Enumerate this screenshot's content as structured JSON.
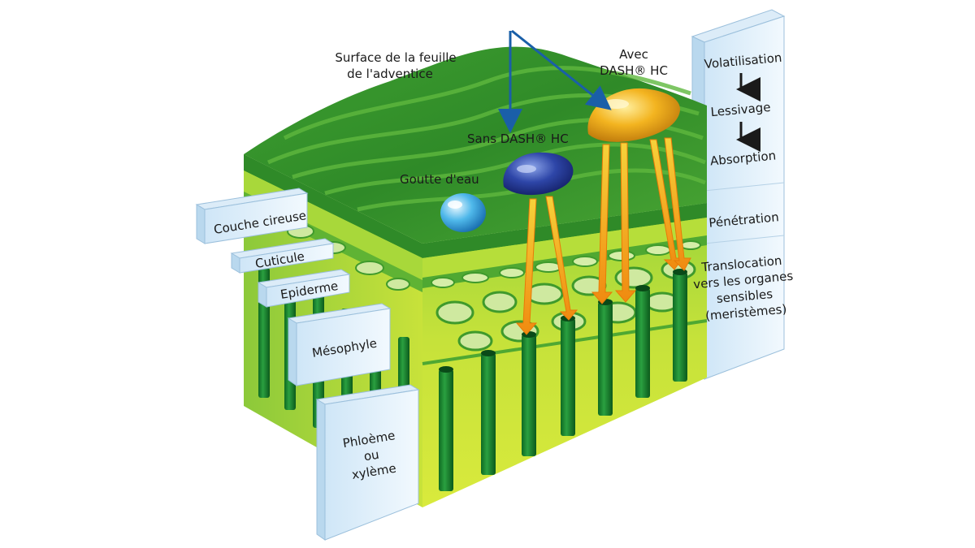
{
  "diagram": {
    "annotations": {
      "leaf_surface_line1": "Surface de la feuille",
      "leaf_surface_line2": "de l'adventice",
      "water_drop": "Goutte d'eau",
      "without_dash": "Sans DASH® HC",
      "with_dash_line1": "Avec",
      "with_dash_line2": "DASH® HC"
    },
    "layer_labels": {
      "waxy_layer": "Couche cireuse",
      "cuticle": "Cuticule",
      "epidermis": "Epiderme",
      "mesophyll": "Mésophyle",
      "vascular_line1": "Phloème",
      "vascular_line2": "ou",
      "vascular_line3": "xylème"
    },
    "process_steps": {
      "volatilisation": "Volatilisation",
      "leaching": "Lessivage",
      "absorption": "Absorption",
      "penetration": "Pénétration",
      "translocation_line1": "Translocation",
      "translocation_line2": "vers les organes",
      "translocation_line3": "sensibles",
      "translocation_line4": "(meristèmes)"
    },
    "colors": {
      "leaf_dark_green": "#2f8f2a",
      "leaf_light_green": "#8fcf3a",
      "yellow_green": "#d8e83a",
      "water_drop_blue": "#3aa7e0",
      "dark_drop_blue": "#2a3f9f",
      "dash_drop_orange": "#f0a818",
      "pointer_blue": "#1a5fa8",
      "glass_panel": "#e6f2fb"
    }
  }
}
